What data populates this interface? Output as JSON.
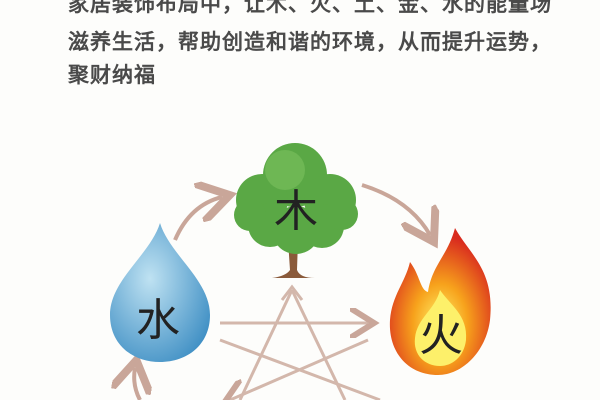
{
  "caption": {
    "lines": [
      "家居装饰布局中，让木、火、土、金、水的能量场",
      "滋养生活，帮助创造和谐的环境，从而提升运势，",
      "聚财纳福"
    ]
  },
  "elements": {
    "wood": "木",
    "fire": "火",
    "water": "水"
  },
  "colors": {
    "wood": "#5aa845",
    "fire": "#e8462a",
    "water": "#5aa3cf",
    "arrow": "#c9a699"
  }
}
